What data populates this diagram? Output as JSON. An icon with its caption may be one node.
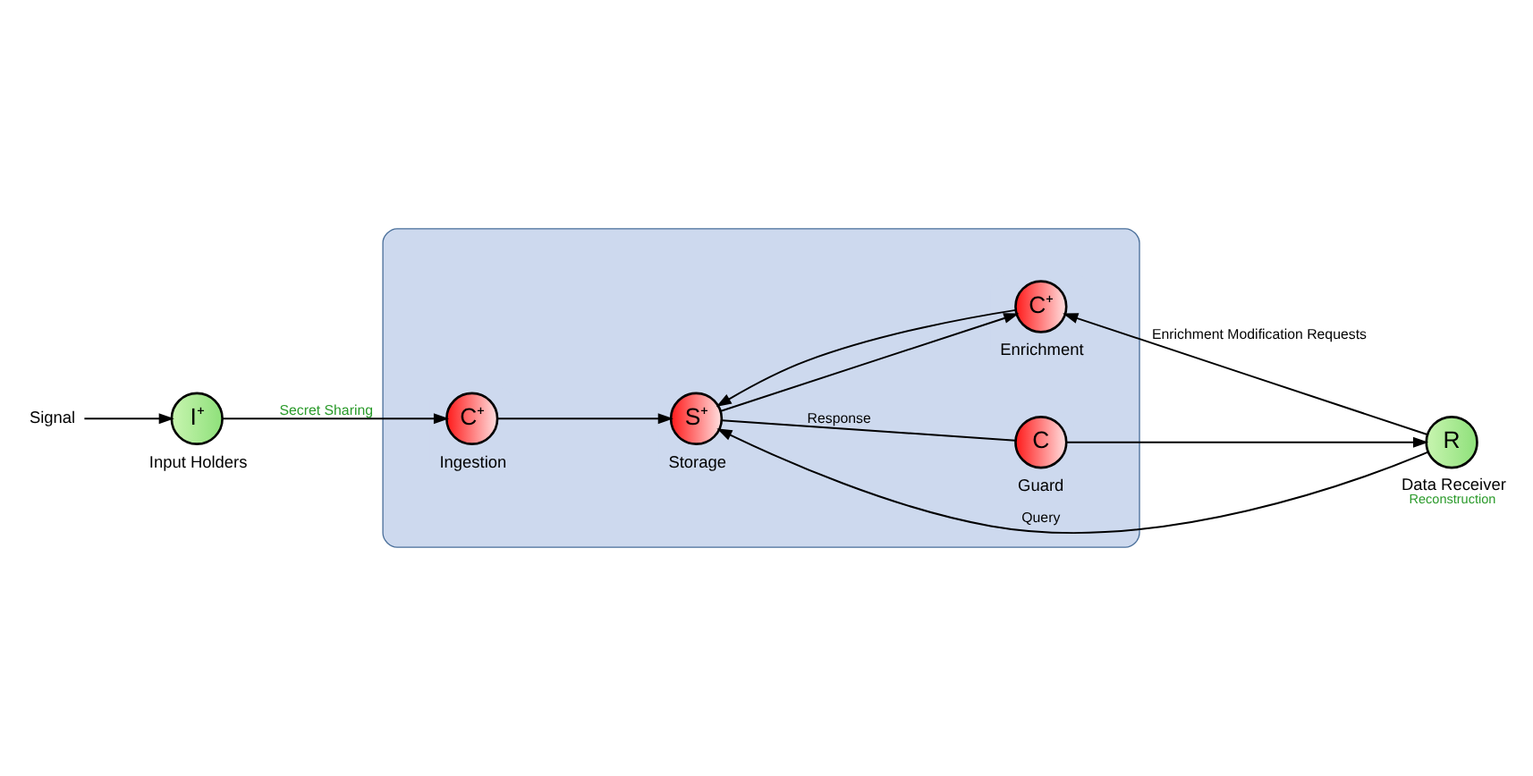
{
  "diagram": {
    "nodes": [
      {
        "text": [
          "Signal"
        ]
      },
      {
        "text": [
          "I⁺"
        ],
        "beside": [
          "Input Holders"
        ]
      },
      {
        "text": [],
        "shape": "cloud"
      },
      {
        "text": [
          "C⁺"
        ],
        "in": 2,
        "beside": [
          "Ingestion"
        ]
      },
      {
        "text": [
          "S⁺"
        ],
        "in": 2,
        "beside": [
          "Storage"
        ]
      },
      {
        "text": [
          "C"
        ],
        "in": 2,
        "beside": [
          "Guard"
        ]
      },
      {
        "text": [
          "C⁺"
        ],
        "in": 2,
        "beside": [
          "Enrichment"
        ]
      },
      {
        "text": [
          "R"
        ],
        "beside": [
          "Data Receiver",
          "Reconstruction"
        ]
      }
    ],
    "edges": [
      {
        "from": 0,
        "to": 1,
        "arrow": "to"
      },
      {
        "from": 1,
        "to": 3,
        "arrow": "to",
        "label": "Secret Sharing"
      },
      {
        "from": 3,
        "to": 4,
        "arrow": "to"
      },
      {
        "from": 4,
        "to": 5,
        "arrow": "none",
        "label": "Response"
      },
      {
        "from": 5,
        "to": 7,
        "arrow": "to"
      },
      {
        "from": 7,
        "to": 4,
        "arrow": "to",
        "label": "Query"
      },
      {
        "from": 4,
        "to": 6,
        "arrow": "to"
      },
      {
        "from": 6,
        "to": 4,
        "arrow": "to"
      },
      {
        "from": 7,
        "to": 6,
        "arrow": "to",
        "label": "Enrichment Modification Requests"
      }
    ]
  }
}
